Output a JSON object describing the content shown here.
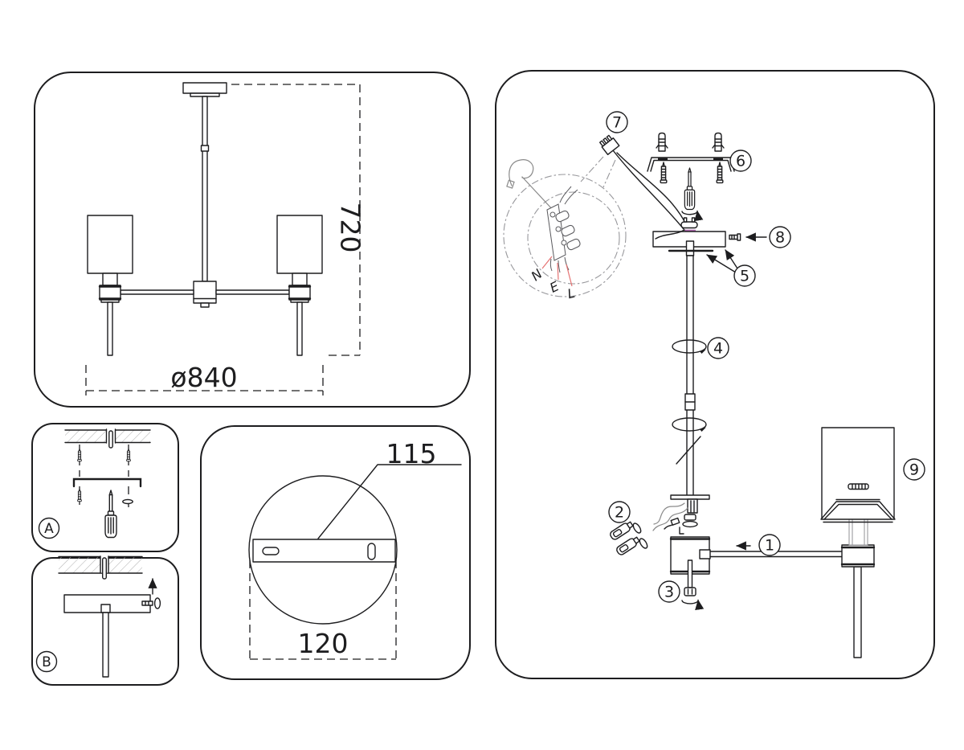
{
  "title": "Chandelier installation instruction diagram",
  "colors": {
    "line": "#1d1d1f",
    "hatch": "#b5b5b5",
    "detail_gray": "#98989c",
    "wire_leader_red": "#e57373",
    "alignment_purple": "#b36ab3",
    "background": "#ffffff"
  },
  "overview": {
    "height_dim": "720",
    "diameter_dim": "ø840"
  },
  "step_a": {
    "label": "A"
  },
  "step_b": {
    "label": "B"
  },
  "plate": {
    "bracket_dim": "115",
    "plate_dim": "120"
  },
  "assembly": {
    "callouts": [
      "1",
      "2",
      "3",
      "4",
      "5",
      "6",
      "7",
      "8",
      "9"
    ],
    "wire_labels": {
      "neutral": "N",
      "earth": "E",
      "live": "L"
    }
  }
}
